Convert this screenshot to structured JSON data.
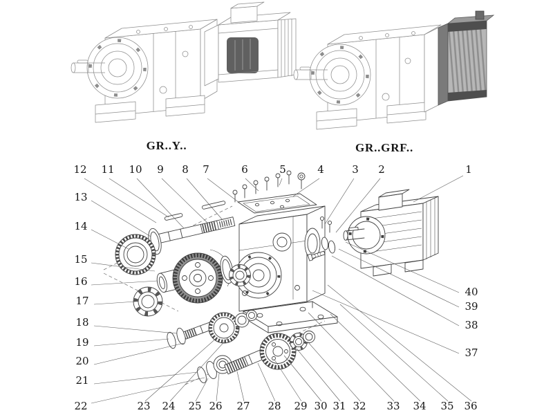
{
  "figure": {
    "variant_labels": {
      "left": "GR..Y..",
      "right": "GR..GRF.."
    }
  },
  "callouts": [
    "1",
    "2",
    "3",
    "4",
    "5",
    "6",
    "7",
    "8",
    "9",
    "10",
    "11",
    "12",
    "13",
    "14",
    "15",
    "16",
    "17",
    "18",
    "19",
    "20",
    "21",
    "22",
    "23",
    "24",
    "25",
    "26",
    "27",
    "28",
    "29",
    "30",
    "31",
    "32",
    "33",
    "34",
    "35",
    "36",
    "37",
    "38",
    "39",
    "40"
  ],
  "colors": {
    "line_dark": "#3f3f3f",
    "line_light": "#8d8d8d",
    "gear_shade": "#8f8f8f",
    "motor_winding_shade": "#606060"
  }
}
